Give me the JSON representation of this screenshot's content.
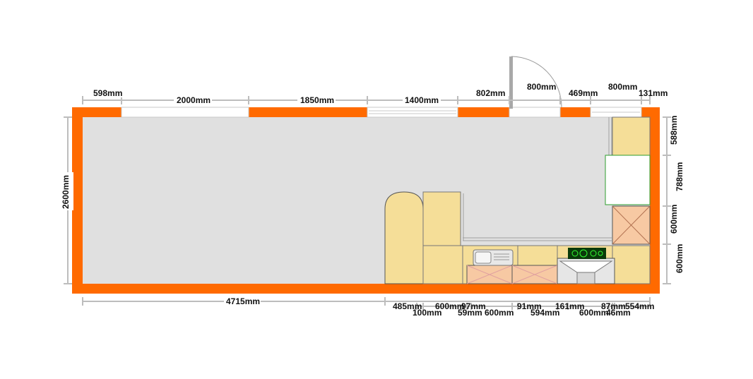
{
  "colors": {
    "wall": "#ff6a00",
    "floor": "#e0e0e0",
    "unit": "#f5de98",
    "appliance": "#f7c9a3",
    "dimension": "#bdbdbd",
    "hob": "#0a3a0a",
    "hob_ring": "#33ff33"
  },
  "plan": {
    "top_dimensions": [
      "598mm",
      "2000mm",
      "1850mm",
      "1400mm",
      "802mm",
      "800mm",
      "469mm",
      "800mm",
      "131mm"
    ],
    "left_dimension": "2600mm",
    "right_dimensions": [
      "588mm",
      "788mm",
      "600mm",
      "600mm"
    ],
    "bottom_overall": "4715mm",
    "bottom_row1": [
      "485mm",
      "600mm",
      "97mm",
      "91mm",
      "161mm",
      "87mm",
      "554mm"
    ],
    "bottom_row2": [
      "100mm",
      "59mm",
      "600mm",
      "594mm",
      "600mm",
      "46mm"
    ]
  }
}
